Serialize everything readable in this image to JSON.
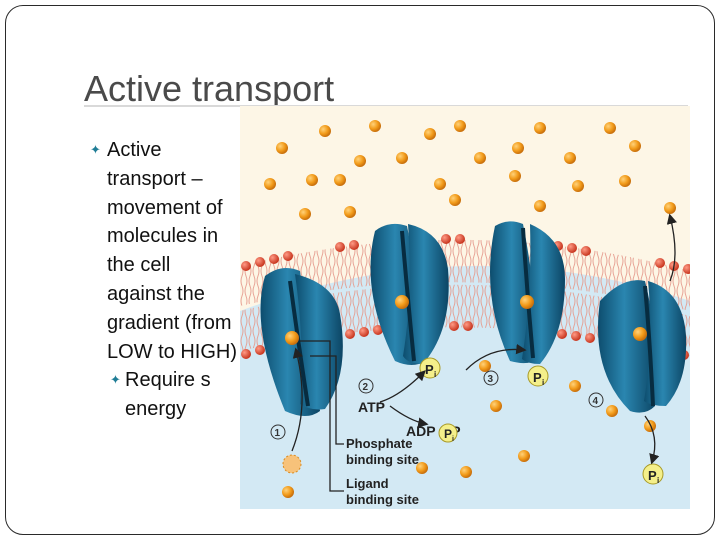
{
  "slide": {
    "title": "Active transport",
    "bullets": [
      {
        "text": "Active transport – movement of molecules in the cell against the gradient (from LOW to HIGH)"
      }
    ],
    "sub_bullets": [
      {
        "text": "Require s energy"
      }
    ]
  },
  "diagram": {
    "steps": [
      "1",
      "2",
      "3",
      "4"
    ],
    "labels": {
      "atp": "ATP",
      "adp_pi": "ADP + P",
      "adp_sub": "i",
      "pi": "P",
      "pi_sub": "i",
      "phosphate_site": [
        "Phosphate",
        "binding site"
      ],
      "ligand_site": [
        "Ligand",
        "binding site"
      ]
    },
    "colors": {
      "molecule": "#f29b1a",
      "protein": "#1e6f96",
      "membrane_head": "#e2543a",
      "cytoplasm": "#d3e9f4",
      "exterior": "#fdf6e6",
      "phosphate": "#f4ef8a"
    }
  }
}
